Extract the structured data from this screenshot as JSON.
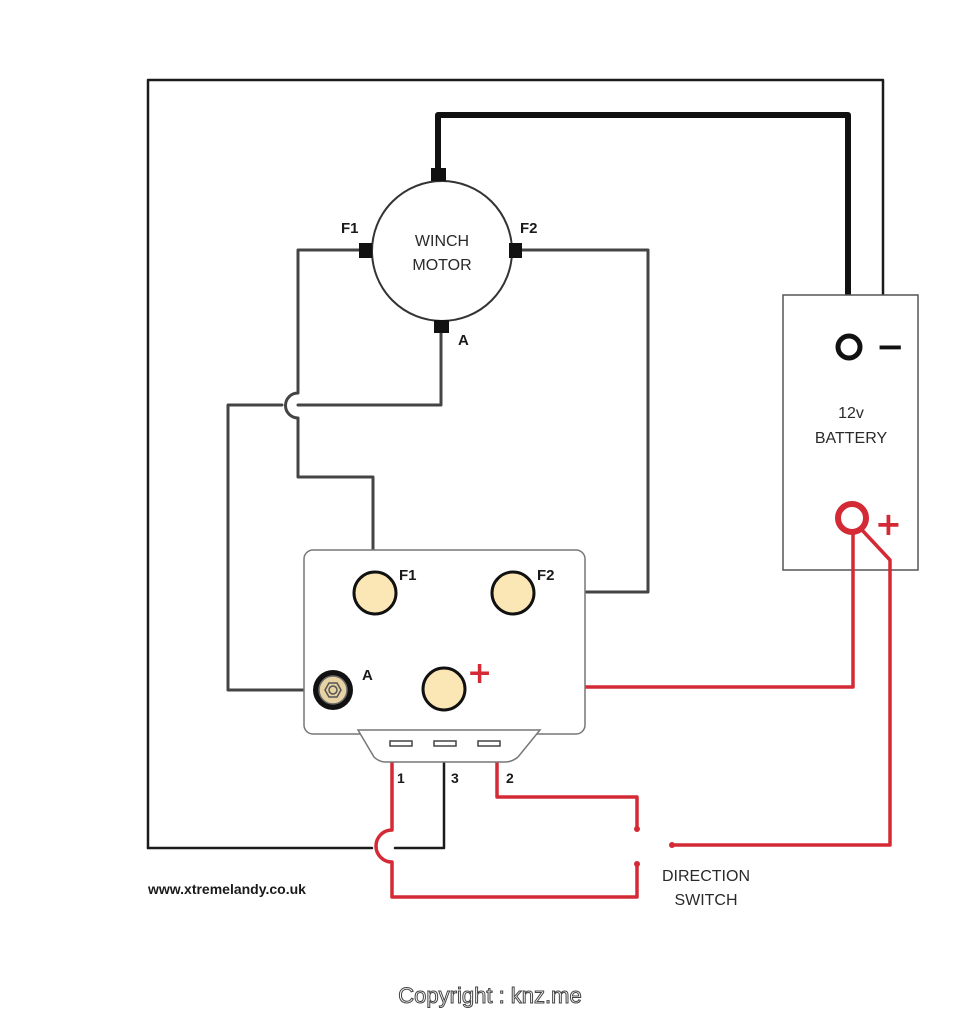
{
  "motor": {
    "label_line1": "WINCH",
    "label_line2": "MOTOR",
    "terminal_f1": "F1",
    "terminal_f2": "F2",
    "terminal_a": "A"
  },
  "battery": {
    "label_line1": "12v",
    "label_line2": "BATTERY",
    "negative_sign": "−",
    "positive_sign": "+"
  },
  "solenoid": {
    "terminal_f1": "F1",
    "terminal_f2": "F2",
    "terminal_a": "A",
    "positive_sign": "+",
    "pin_1": "1",
    "pin_3": "3",
    "pin_2": "2"
  },
  "switch": {
    "label_line1": "DIRECTION",
    "label_line2": "SWITCH"
  },
  "website": "www.xtremelandy.co.uk",
  "copyright": "Copyright : knz.me",
  "colors": {
    "wire_black": "#1b1b1b",
    "wire_gray": "#444444",
    "wire_red": "#d42a35",
    "terminal_fill": "#fbe7b5"
  }
}
